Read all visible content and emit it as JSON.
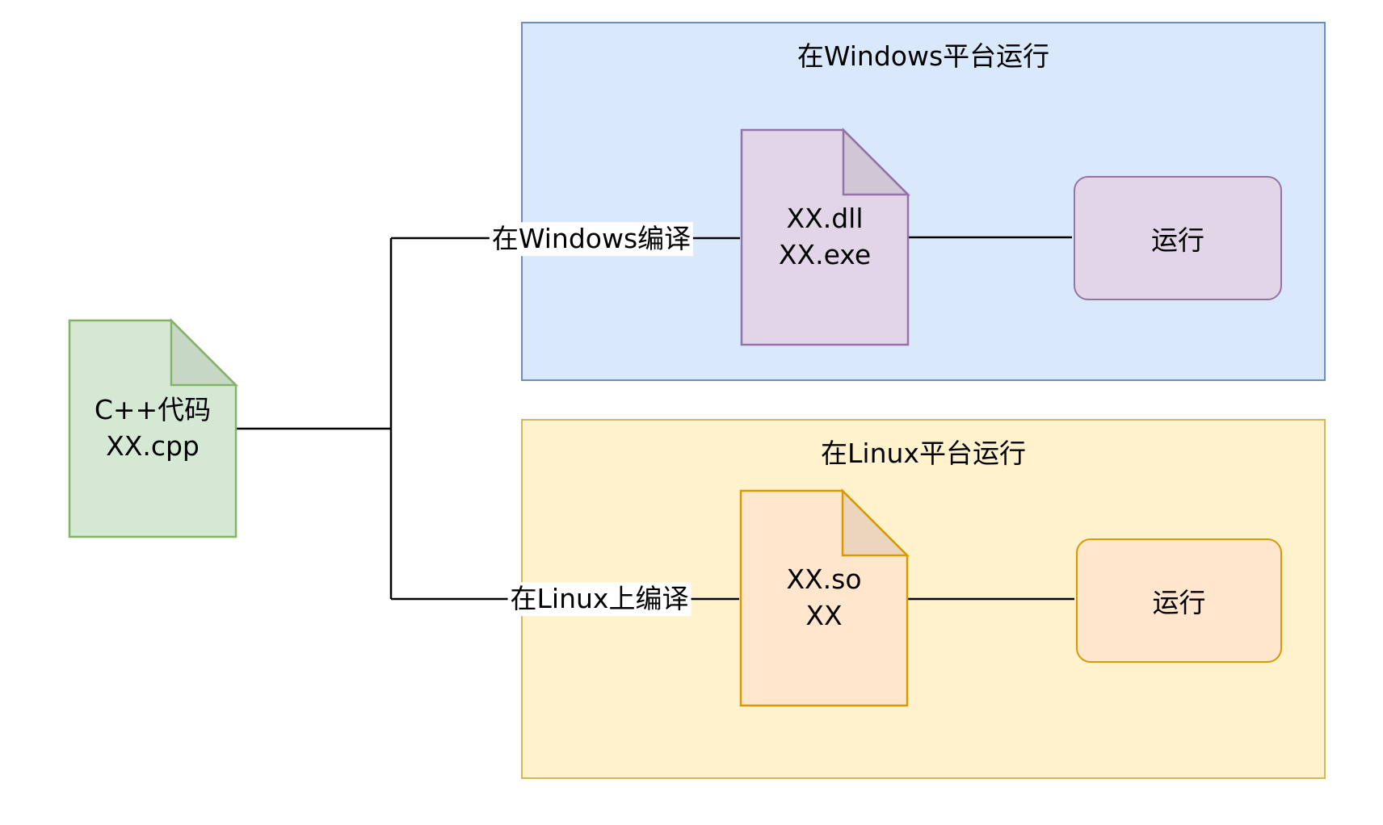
{
  "source_doc": {
    "line1": "C++代码",
    "line2": "XX.cpp",
    "fill": "#d5e8d4",
    "stroke": "#82b366"
  },
  "windows_flow": {
    "container_title": "在Windows平台运行",
    "container_fill": "#dae8fc",
    "container_stroke": "#6c8ebf",
    "compile_edge_label": "在Windows编译",
    "artifact_doc": {
      "line1": "XX.dll",
      "line2": "XX.exe",
      "fill": "#e1d5e7",
      "stroke": "#9673a6"
    },
    "run_box": {
      "label": "运行",
      "fill": "#e1d5e7",
      "stroke": "#9673a6"
    }
  },
  "linux_flow": {
    "container_title": "在Linux平台运行",
    "container_fill": "#fff2cc",
    "container_stroke": "#d6b656",
    "compile_edge_label": "在Linux上编译",
    "artifact_doc": {
      "line1": "XX.so",
      "line2": "XX",
      "fill": "#ffe6cc",
      "stroke": "#d79b00"
    },
    "run_box": {
      "label": "运行",
      "fill": "#ffe6cc",
      "stroke": "#d79b00"
    }
  },
  "connectors": {
    "color": "#000000"
  }
}
